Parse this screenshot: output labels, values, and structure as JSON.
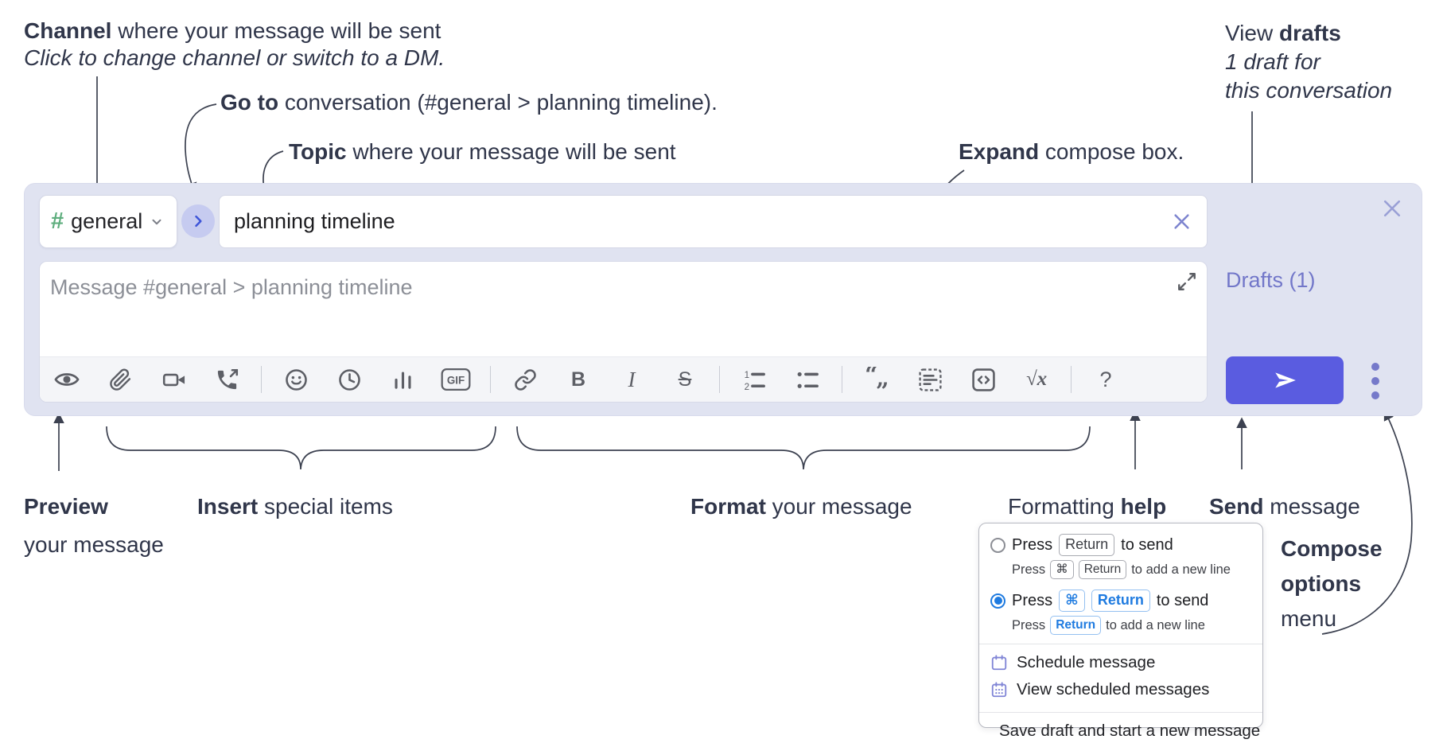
{
  "annotations": {
    "channel": {
      "bold": "Channel",
      "rest": " where your message will be sent",
      "subtitle": "Click to change channel or switch to a DM."
    },
    "go_to": {
      "bold": "Go to",
      "rest": " conversation (#general > planning timeline)."
    },
    "topic": {
      "bold": "Topic",
      "rest": " where your message will be sent"
    },
    "expand": {
      "bold": "Expand",
      "rest": " compose box."
    },
    "view_drafts": {
      "pre": "View ",
      "bold": "drafts",
      "line2": "1 draft for",
      "line3": "this conversation"
    },
    "preview": {
      "bold": "Preview",
      "line2": "your message"
    },
    "insert": {
      "bold": "Insert",
      "rest": " special items"
    },
    "format": {
      "bold": "Format",
      "rest": " your message"
    },
    "formatting_help": {
      "pre": "Formatting ",
      "bold": "help"
    },
    "send": {
      "bold": "Send",
      "rest": " message"
    },
    "compose_options": {
      "line1": "Compose",
      "line2": "options",
      "line3": "menu"
    }
  },
  "compose": {
    "channel": {
      "hash": "#",
      "name": "general"
    },
    "topic_value": "planning timeline",
    "message_placeholder": "Message #general > planning timeline",
    "drafts_label": "Drafts (1)",
    "toolbar": {
      "icons": [
        "preview",
        "attach-file",
        "video-clip",
        "audio-clip",
        "emoji",
        "recently-used",
        "poll",
        "gif",
        "link",
        "bold",
        "italic",
        "strikethrough",
        "ordered-list",
        "bulleted-list",
        "blockquote",
        "code-block",
        "inline-code",
        "formula",
        "help"
      ],
      "gif": "GIF",
      "bold": "B",
      "italic": "I",
      "strike": "S",
      "ol1": "1",
      "ol2": "2",
      "quote_open": "“",
      "quote_close": "„",
      "formula": "√x",
      "help": "?"
    }
  },
  "popup": {
    "option1": {
      "press": "Press",
      "key_return": "Return",
      "suffix": "to send",
      "sub_press": "Press",
      "sub_key_cmd": "⌘",
      "sub_key_return": "Return",
      "sub_suffix": "to add a new line"
    },
    "option2": {
      "press": "Press",
      "key_cmd": "⌘",
      "key_return": "Return",
      "suffix": "to send",
      "sub_press": "Press",
      "sub_key_return": "Return",
      "sub_suffix": "to add a new line"
    },
    "menu": {
      "schedule": "Schedule message",
      "view_scheduled": "View scheduled messages",
      "save_draft": "Save draft and start a new message"
    }
  },
  "colors": {
    "container_bg": "#e0e3f1",
    "send_button": "#5a5ce0",
    "drafts_text": "#7277c9",
    "selected_blue": "#1f7be0",
    "hash_green": "#5fae7e",
    "menu_icon_purple": "#8085d6",
    "annotation_text": "#30364a",
    "icon_gray": "#5d5f66"
  }
}
